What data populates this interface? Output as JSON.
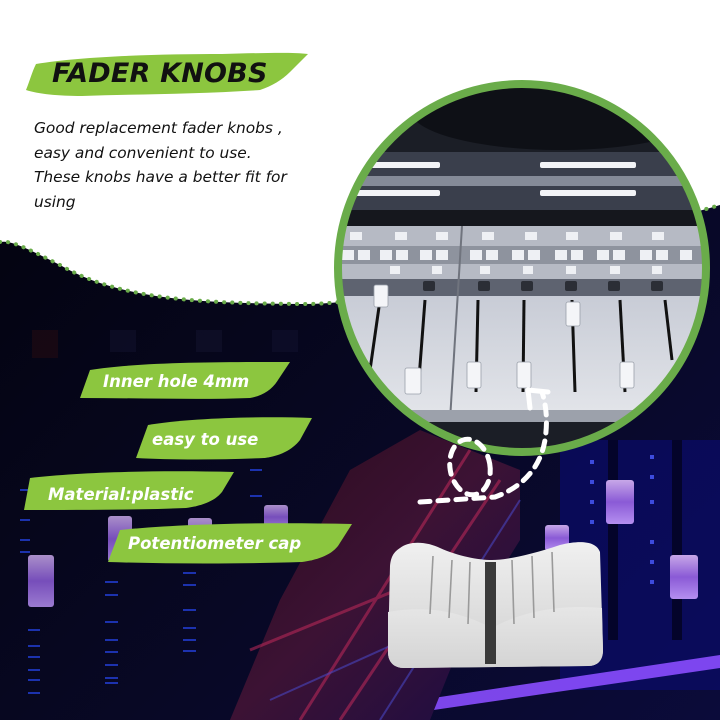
{
  "header": {
    "title": "FADER KNOBS",
    "description_lines": [
      "Good replacement fader knobs ,",
      "easy and convenient to use.",
      "These knobs have a better fit for",
      "using"
    ]
  },
  "features": [
    {
      "label": "Inner hole 4mm"
    },
    {
      "label": "easy to use"
    },
    {
      "label": "Material:plastic"
    },
    {
      "label": "Potentiometer cap"
    }
  ],
  "colors": {
    "accent_green": "#8cc63f",
    "circle_ring_green": "#6aac4a",
    "background_dark": "#05050c",
    "knob_gray": "#d9d9d9"
  },
  "images": {
    "inset_circle": "mixing-console-closeup",
    "product": "gray-fader-knob",
    "background": "dark-mixer-with-purple-faders"
  }
}
